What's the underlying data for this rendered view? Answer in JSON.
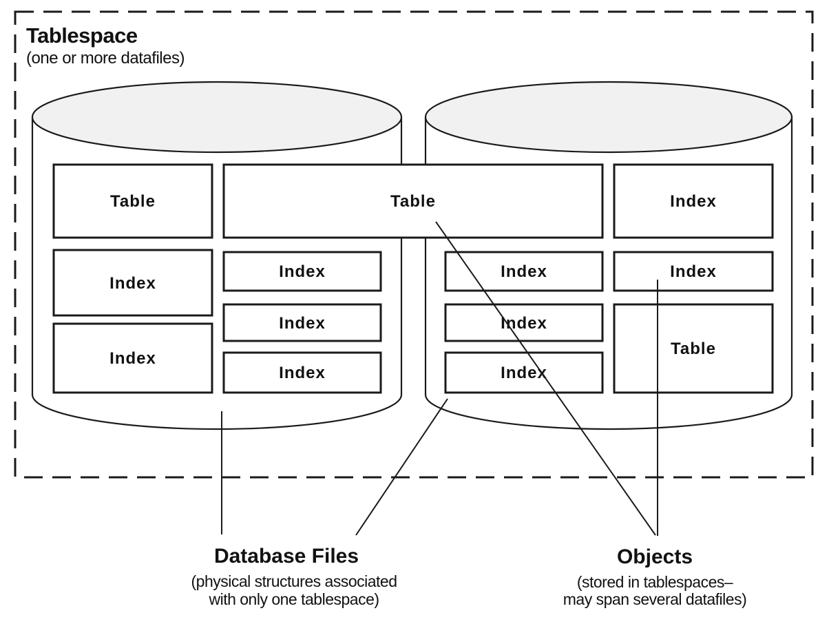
{
  "diagram": {
    "tablespace": {
      "title": "Tablespace",
      "subtitle": "(one or more datafiles)"
    },
    "spanning_object": "Table",
    "datafile1": {
      "left_column": [
        "Table",
        "Index",
        "Index"
      ],
      "mid_column": [
        "Index",
        "Index",
        "Index"
      ]
    },
    "datafile2": {
      "left_column": [
        "Index",
        "Index",
        "Index"
      ],
      "right_column": [
        "Index",
        "Index",
        "Table"
      ]
    },
    "callouts": {
      "database_files": {
        "title": "Database Files",
        "desc_line1": "(physical structures associated",
        "desc_line2": "with only one tablespace)"
      },
      "objects": {
        "title": "Objects",
        "desc_line1": "(stored in tablespaces–",
        "desc_line2": "may span several datafiles)"
      }
    },
    "colors": {
      "stroke": "#1a1a1a",
      "cylinder_top_fill": "#f1f1f1",
      "background": "#ffffff"
    }
  }
}
